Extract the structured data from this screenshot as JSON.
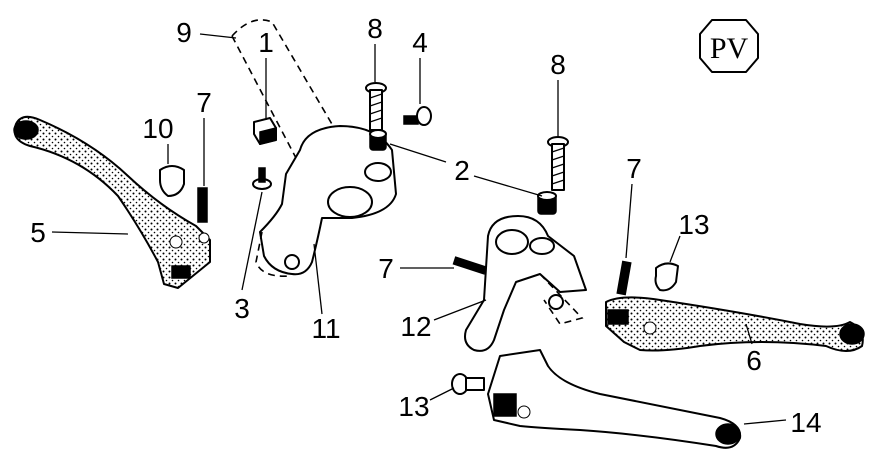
{
  "diagram": {
    "callouts": [
      {
        "id": "c1",
        "label": "1"
      },
      {
        "id": "c2",
        "label": "2"
      },
      {
        "id": "c3",
        "label": "3"
      },
      {
        "id": "c4",
        "label": "4"
      },
      {
        "id": "c5",
        "label": "5"
      },
      {
        "id": "c6",
        "label": "6"
      },
      {
        "id": "c7a",
        "label": "7"
      },
      {
        "id": "c7b",
        "label": "7"
      },
      {
        "id": "c7c",
        "label": "7"
      },
      {
        "id": "c8a",
        "label": "8"
      },
      {
        "id": "c8b",
        "label": "8"
      },
      {
        "id": "c9",
        "label": "9"
      },
      {
        "id": "c10",
        "label": "10"
      },
      {
        "id": "c11",
        "label": "11"
      },
      {
        "id": "c12",
        "label": "12"
      },
      {
        "id": "c13a",
        "label": "13"
      },
      {
        "id": "c13b",
        "label": "13"
      },
      {
        "id": "c14",
        "label": "14"
      }
    ],
    "logo_text": "PV",
    "colors": {
      "ink": "#000000",
      "paper": "#ffffff"
    }
  }
}
